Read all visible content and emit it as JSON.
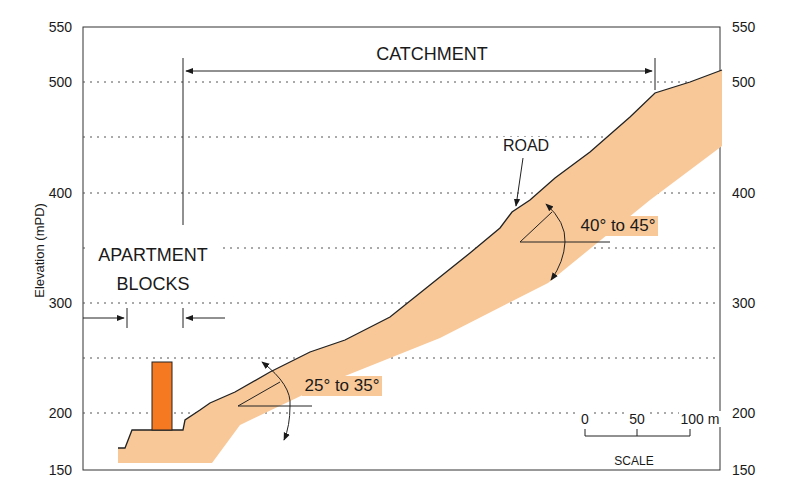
{
  "diagram": {
    "labels": [
      "CATCHMENT",
      "ROAD",
      "40° to 45°",
      "APARTMENT BLOCKS",
      "25° to 35°",
      "Elevation (mPD)",
      "550",
      "500",
      "400",
      "300",
      "200",
      "150",
      "550",
      "500",
      "400",
      "300",
      "200",
      "150",
      "0",
      "50",
      "100 m",
      "SCALE"
    ]
  }
}
